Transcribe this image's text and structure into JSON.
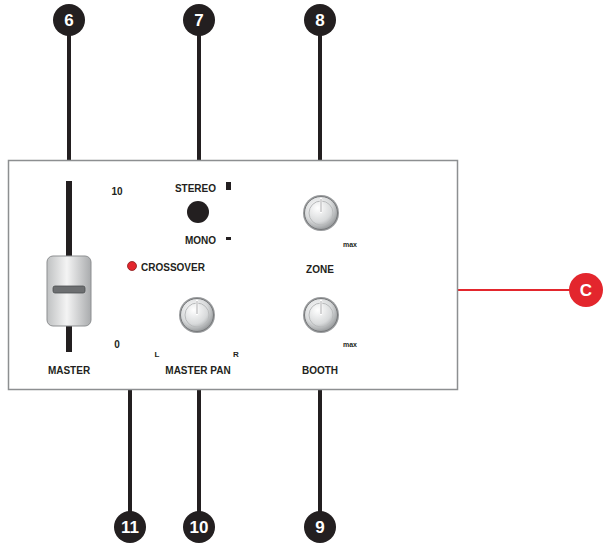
{
  "diagram": {
    "nodes": [
      {
        "text": [
          "6"
        ]
      },
      {
        "text": [
          "7"
        ]
      },
      {
        "text": [
          "8"
        ]
      },
      {
        "text": [
          "C"
        ]
      },
      {
        "text": [
          "11"
        ]
      },
      {
        "text": [
          "10"
        ]
      },
      {
        "text": [
          "9"
        ]
      }
    ],
    "labels": [
      "10",
      "STEREO",
      "MONO",
      "CROSSOVER",
      "max",
      "ZONE",
      "0",
      "MASTER",
      "L",
      "R",
      "MASTER PAN",
      "max",
      "BOOTH"
    ]
  }
}
